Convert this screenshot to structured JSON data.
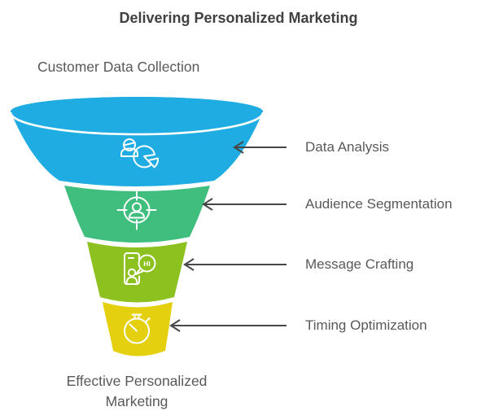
{
  "title": "Delivering Personalized Marketing",
  "labels": {
    "top": "Customer Data Collection",
    "bottom": "Effective Personalized Marketing"
  },
  "funnel": {
    "type": "funnel",
    "stages": [
      {
        "label": "Data Analysis",
        "color": "#1EACE2",
        "icon": "person-pie-chart-icon"
      },
      {
        "label": "Audience Segmentation",
        "color": "#3FBE7D",
        "icon": "person-target-icon"
      },
      {
        "label": "Message Crafting",
        "color": "#8CC11F",
        "icon": "phone-chat-icon",
        "icon_text": "HI"
      },
      {
        "label": "Timing Optimization",
        "color": "#E4D00F",
        "icon": "stopwatch-icon"
      }
    ]
  },
  "colors": {
    "arrow": "#474747",
    "label_text": "#595959",
    "title_text": "#414042",
    "icon_stroke": "#FFFFFF",
    "background": "#FFFFFF"
  }
}
